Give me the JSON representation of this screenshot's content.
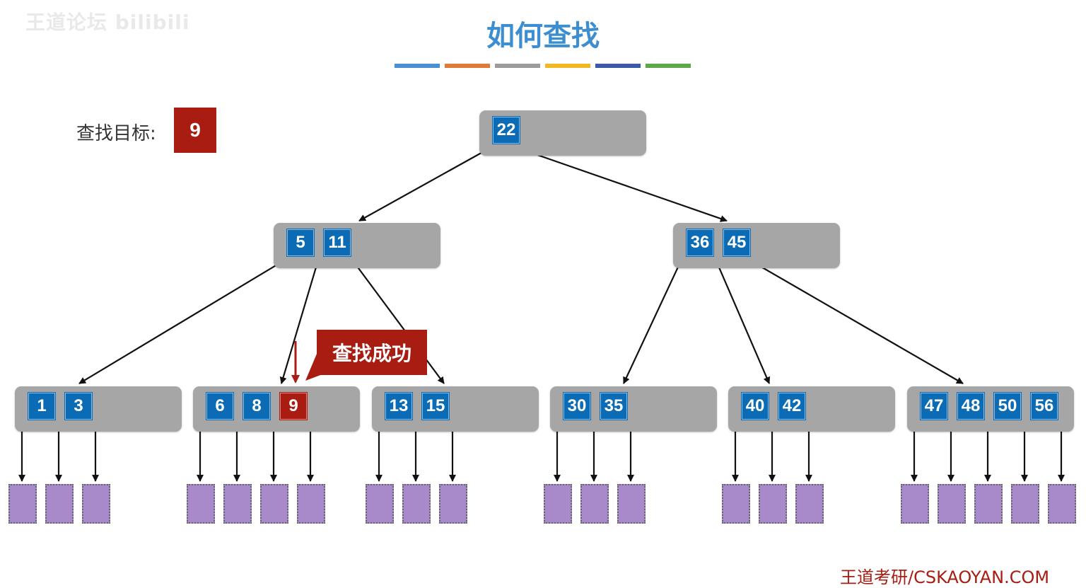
{
  "watermark": "王道论坛 bilibili",
  "title": "如何查找",
  "color_bar": [
    "#4a90d2",
    "#e07a38",
    "#9b9b9b",
    "#f2b824",
    "#3b5aa8",
    "#5fa84a"
  ],
  "search": {
    "label": "查找目标:",
    "target": "9"
  },
  "callout": "查找成功",
  "footer": "王道考研/CSKAOYAN.COM",
  "colors": {
    "key": "#0b6bb5",
    "found": "#a81c12",
    "node": "#a6a6a6",
    "leaf": "#a889c9",
    "title": "#3d8ed0"
  },
  "tree": {
    "root": {
      "keys": [
        "22"
      ]
    },
    "level1": [
      {
        "keys": [
          "5",
          "11"
        ]
      },
      {
        "keys": [
          "36",
          "45"
        ]
      }
    ],
    "level2": [
      {
        "keys": [
          "1",
          "3"
        ]
      },
      {
        "keys": [
          "6",
          "8",
          "9"
        ],
        "found": "9"
      },
      {
        "keys": [
          "13",
          "15"
        ]
      },
      {
        "keys": [
          "30",
          "35"
        ]
      },
      {
        "keys": [
          "40",
          "42"
        ]
      },
      {
        "keys": [
          "47",
          "48",
          "50",
          "56"
        ]
      }
    ]
  }
}
